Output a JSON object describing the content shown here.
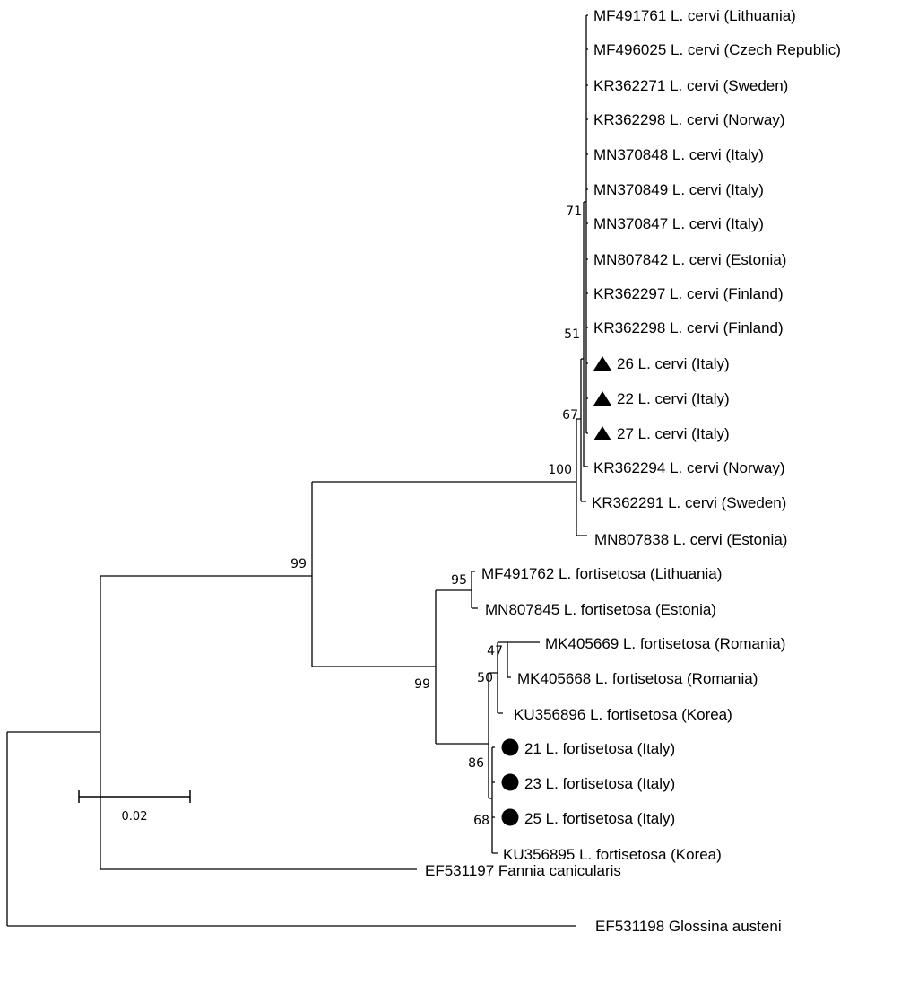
{
  "taxa": [
    {
      "id": "t1",
      "label": "MF491761 L. cervi (Lithuania)",
      "marker": ""
    },
    {
      "id": "t2",
      "label": "MF496025 L. cervi (Czech Republic)",
      "marker": ""
    },
    {
      "id": "t3",
      "label": "KR362271 L. cervi (Sweden)",
      "marker": ""
    },
    {
      "id": "t4",
      "label": "KR362298 L. cervi (Norway)",
      "marker": ""
    },
    {
      "id": "t5",
      "label": "MN370848 L. cervi (Italy)",
      "marker": ""
    },
    {
      "id": "t6",
      "label": "MN370849 L. cervi (Italy)",
      "marker": ""
    },
    {
      "id": "t7",
      "label": "MN370847 L. cervi (Italy)",
      "marker": ""
    },
    {
      "id": "t8",
      "label": "MN807842 L. cervi (Estonia)",
      "marker": ""
    },
    {
      "id": "t9",
      "label": "KR362297 L. cervi (Finland)",
      "marker": ""
    },
    {
      "id": "t10",
      "label": "KR362298 L. cervi (Finland)",
      "marker": ""
    },
    {
      "id": "t11",
      "label": "26 L. cervi (Italy)",
      "marker": "triangle"
    },
    {
      "id": "t12",
      "label": "22 L. cervi (Italy)",
      "marker": "triangle"
    },
    {
      "id": "t13",
      "label": "27 L. cervi (Italy)",
      "marker": "triangle"
    },
    {
      "id": "t14",
      "label": "KR362294 L. cervi (Norway)",
      "marker": ""
    },
    {
      "id": "t15",
      "label": "KR362291 L. cervi (Sweden)",
      "marker": ""
    },
    {
      "id": "t16",
      "label": "MN807838 L. cervi (Estonia)",
      "marker": ""
    },
    {
      "id": "t17",
      "label": "MF491762 L. fortisetosa (Lithuania)",
      "marker": ""
    },
    {
      "id": "t18",
      "label": "MN807845 L. fortisetosa (Estonia)",
      "marker": ""
    },
    {
      "id": "t19",
      "label": "MK405669 L. fortisetosa (Romania)",
      "marker": ""
    },
    {
      "id": "t20",
      "label": "MK405668 L. fortisetosa (Romania)",
      "marker": ""
    },
    {
      "id": "t21",
      "label": "KU356896 L. fortisetosa (Korea)",
      "marker": ""
    },
    {
      "id": "t22",
      "label": "21 L. fortisetosa (Italy)",
      "marker": "circle"
    },
    {
      "id": "t23",
      "label": "23 L. fortisetosa (Italy)",
      "marker": "circle"
    },
    {
      "id": "t24",
      "label": "25 L. fortisetosa (Italy)",
      "marker": "circle"
    },
    {
      "id": "t25",
      "label": "KU356895 L. fortisetosa (Korea)",
      "marker": ""
    },
    {
      "id": "t26",
      "label": "EF531197 Fannia canicularis",
      "marker": ""
    },
    {
      "id": "t27",
      "label": "EF531198 Glossina austeni",
      "marker": ""
    }
  ],
  "bootstrap": [
    "71",
    "51",
    "67",
    "100",
    "99",
    "95",
    "99",
    "47",
    "50",
    "86",
    "68"
  ],
  "scale_bar": {
    "label": "0.02"
  }
}
